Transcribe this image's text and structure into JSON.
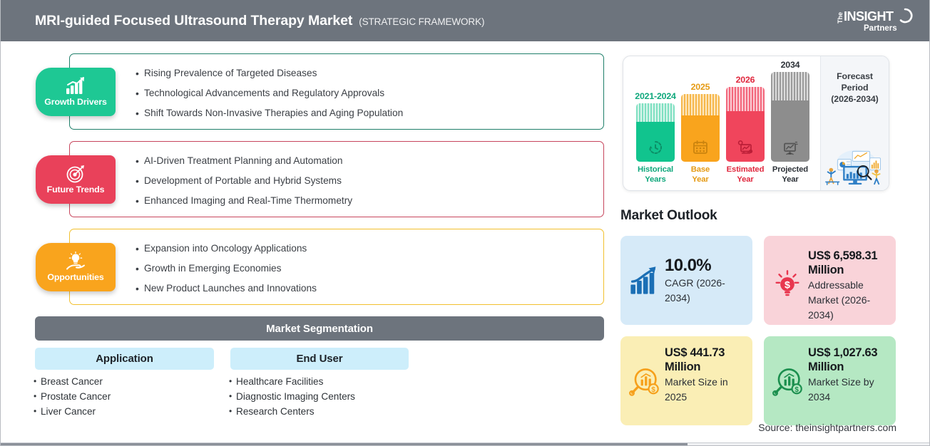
{
  "header": {
    "title": "MRI-guided Focused Ultrasound Therapy Market",
    "subtitle": "(STRATEGIC FRAMEWORK)",
    "logo": {
      "the": "The",
      "insight": "INSIGHT",
      "partners": "Partners"
    }
  },
  "blocks": [
    {
      "label": "Growth Drivers",
      "icon": "bar-chart-growth-icon",
      "color": "#1ec894",
      "border": "#1f7f6a",
      "items": [
        "Rising Prevalence of Targeted Diseases",
        "Technological Advancements and Regulatory Approvals",
        "Shift Towards Non-Invasive Therapies and Aging Population"
      ]
    },
    {
      "label": "Future Trends",
      "icon": "target-dart-icon",
      "color": "#e9415a",
      "border": "#c7455c",
      "items": [
        "AI-Driven Treatment Planning and Automation",
        "Development of Portable and Hybrid Systems",
        "Enhanced Imaging and Real-Time Thermometry"
      ]
    },
    {
      "label": "Opportunities",
      "icon": "lightbulb-hand-icon",
      "color": "#f9a41d",
      "border": "#f2c02e",
      "items": [
        "Expansion into Oncology Applications",
        "Growth in Emerging Economies",
        "New Product Launches and Innovations"
      ]
    }
  ],
  "segmentation": {
    "header": "Market Segmentation",
    "columns": [
      {
        "title": "Application",
        "items": [
          "Breast Cancer",
          "Prostate Cancer",
          "Liver Cancer"
        ]
      },
      {
        "title": "End User",
        "items": [
          "Healthcare Facilities",
          "Diagnostic Imaging Centers",
          "Research Centers"
        ]
      }
    ]
  },
  "forecast": {
    "bars": [
      {
        "year": "2021-2024",
        "caption_line1": "Historical",
        "caption_line2": "Years",
        "color": "#11c48e",
        "stripe": "#7ee0c1",
        "icon": "clock-history-icon"
      },
      {
        "year": "2025",
        "caption_line1": "Base",
        "caption_line2": "Year",
        "color": "#f9a41d",
        "stripe": "#fcd48a",
        "icon": "calendar-icon"
      },
      {
        "year": "2026",
        "caption_line1": "Estimated",
        "caption_line2": "Year",
        "color": "#f0455c",
        "stripe": "#f7a0ad",
        "icon": "forecast-screen-icon"
      },
      {
        "year": "2034",
        "caption_line1": "Projected",
        "caption_line2": "Year",
        "color": "#8d8d8d",
        "stripe": "#c7c7c7",
        "icon": "presentation-chart-icon"
      }
    ],
    "side": {
      "line1": "Forecast",
      "line2": "Period",
      "line3": "(2026-2034)",
      "illustration": "business-analytics-illustration"
    }
  },
  "outlook": {
    "title": "Market Outlook",
    "cards": [
      {
        "value": "10.0%",
        "label": "CAGR (2026-2034)",
        "bg": "#d6eaf8",
        "icon": "growth-bar-arrow-icon",
        "icon_color": "#1b6fb5",
        "big": true
      },
      {
        "value": "US$ 6,598.31 Million",
        "label": "Addressable Market (2026-2034)",
        "bg": "#f9d3d9",
        "icon": "dollar-lightbulb-icon",
        "icon_color": "#e8374f",
        "big": false
      },
      {
        "value": "US$ 441.73 Million",
        "label": "Market Size in 2025",
        "bg": "#faeeb5",
        "icon": "magnifier-chart-dollar-icon",
        "icon_color": "#f6a01b",
        "big": false
      },
      {
        "value": "US$ 1,027.63 Million",
        "label": "Market Size by 2034",
        "bg": "#b5e8c3",
        "icon": "magnifier-chart-dollar-icon",
        "icon_color": "#1b8f4e",
        "big": false
      }
    ]
  },
  "source": "Source: theinsightpartners.com"
}
